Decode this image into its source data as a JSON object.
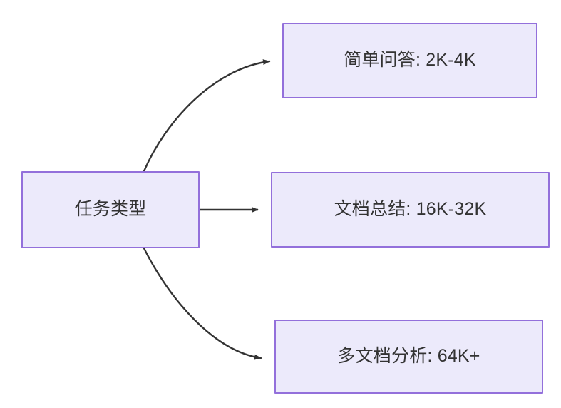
{
  "diagram": {
    "type": "flowchart",
    "direction": "left-to-right",
    "background_color": "#FFFFFF",
    "node_fill_color": "#ECEAFB",
    "node_border_color": "#9370DB",
    "node_text_color": "#333333",
    "edge_color": "#333333"
  },
  "nodes": {
    "source": {
      "id": "source",
      "label": "任务类型"
    },
    "simple_qa": {
      "id": "simple_qa",
      "label": "简单问答: 2K-4K"
    },
    "doc_summary": {
      "id": "doc_summary",
      "label": "文档总结: 16K-32K"
    },
    "multi_doc": {
      "id": "multi_doc",
      "label": "多文档分析: 64K+"
    }
  },
  "edges": [
    {
      "from": "source",
      "to": "simple_qa",
      "label": "",
      "style": "curved",
      "arrow": "triangle"
    },
    {
      "from": "source",
      "to": "doc_summary",
      "label": "",
      "style": "straight",
      "arrow": "triangle"
    },
    {
      "from": "source",
      "to": "multi_doc",
      "label": "",
      "style": "curved",
      "arrow": "triangle"
    }
  ]
}
